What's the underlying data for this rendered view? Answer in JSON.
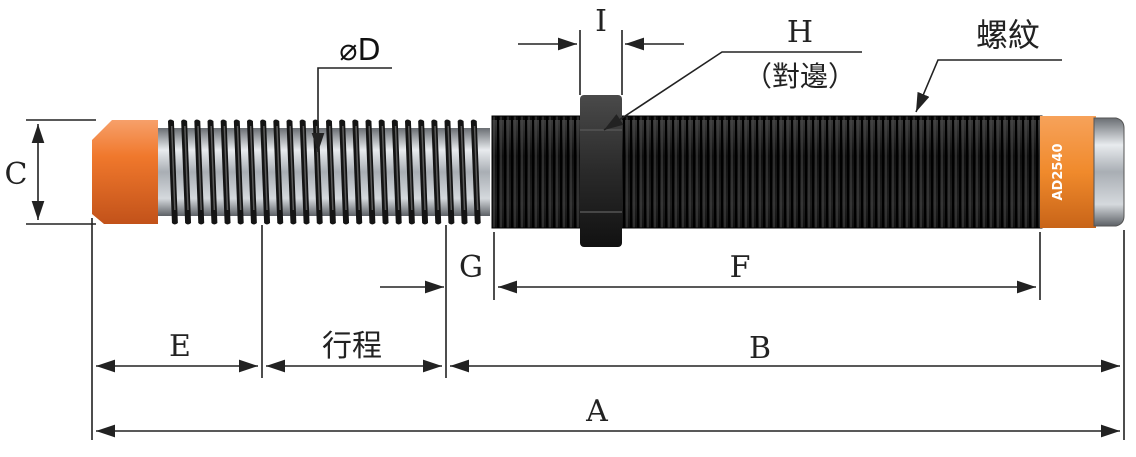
{
  "labels": {
    "A": "A",
    "B": "B",
    "C": "C",
    "D": "⌀D",
    "E": "E",
    "F": "F",
    "G": "G",
    "H": "H",
    "H_sub": "（對邊）",
    "I": "I",
    "stroke": "行程",
    "thread": "螺紋"
  },
  "product": {
    "model": "AD2540"
  },
  "colors": {
    "orange": "#f0782c",
    "body": "#1b1b1b",
    "steel": "#b9bec4",
    "line": "#222222"
  }
}
